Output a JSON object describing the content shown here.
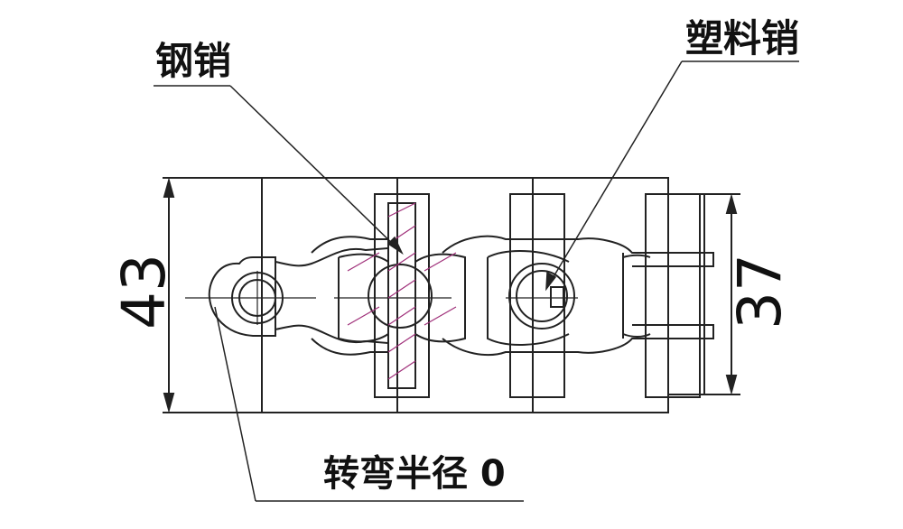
{
  "labels": {
    "steel_pin": "钢销",
    "plastic_pin": "塑料销",
    "turn_radius": "转弯半径 0"
  },
  "dimensions": {
    "height_outer": "43",
    "height_inner": "37"
  },
  "colors": {
    "line": "#222222",
    "hatch": "#a0307a",
    "background": "#ffffff"
  }
}
